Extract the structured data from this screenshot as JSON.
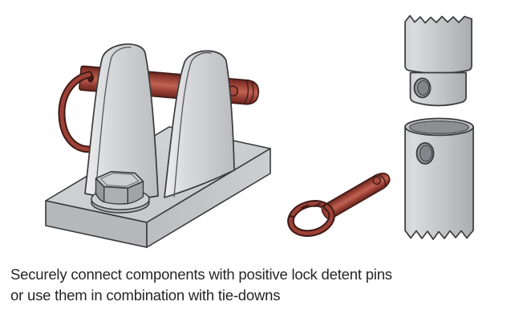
{
  "caption": {
    "lines": [
      "Securely connect components with positive lock detent pins",
      "or use them in combination with tie-downs"
    ]
  },
  "figures": {
    "bracket_assembly": "bracket-base-with-detent-pin-installed",
    "detent_pin": "detent-pin-with-pull-ring",
    "tubes": "telescoping-tube-sections-with-pin-holes"
  },
  "colors": {
    "bg": "#ffffff",
    "outline": "#3a3a3c",
    "metal_light": "#ededee",
    "metal_mid": "#c6c7ca",
    "metal_dark": "#aaabae",
    "metal_deep": "#8e8f93",
    "hole_fill": "#84858a",
    "pin_dark": "#5c231e",
    "pin_deep": "#8c372e",
    "pin_mid": "#c16253",
    "pin_outline": "#3f1a16",
    "ring_red": "#9d4137",
    "caption_color": "#272527"
  }
}
